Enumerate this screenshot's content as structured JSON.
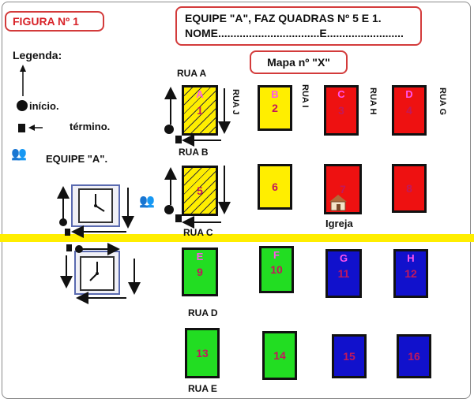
{
  "figure_tag": "FIGURA Nº 1",
  "team_box": {
    "line1": "EQUIPE \"A\", FAZ QUADRAS Nº 5 E 1.",
    "line2": "NOME.................................E........................."
  },
  "map_label": "Mapa nº \"X\"",
  "legend": {
    "title": "Legenda:",
    "start_label": "início.",
    "end_label": "término.",
    "team_label": "EQUIPE \"A\"."
  },
  "streets": {
    "rua_a": "RUA  A",
    "rua_b": "RUA  B",
    "rua_c": "RUA  C",
    "rua_d": "RUA  D",
    "rua_e": "RUA  E",
    "rua_j": "RUA J",
    "rua_i": "RUA I",
    "rua_h": "RUA H",
    "rua_g": "RUA G"
  },
  "church_label": "Igreja",
  "colors": {
    "yellow": "#ffee00",
    "red": "#ee1111",
    "green": "#22dd22",
    "blue": "#1111cc",
    "border_red": "#d33b3b"
  },
  "blocks": [
    {
      "number": "1",
      "letter": "A",
      "color": "yellow",
      "hatched": true
    },
    {
      "number": "2",
      "letter": "B",
      "color": "yellow",
      "hatched": false
    },
    {
      "number": "3",
      "letter": "C",
      "color": "red",
      "hatched": false
    },
    {
      "number": "4",
      "letter": "D",
      "color": "red",
      "hatched": false
    },
    {
      "number": "5",
      "letter": "",
      "color": "yellow",
      "hatched": true
    },
    {
      "number": "6",
      "letter": "",
      "color": "yellow",
      "hatched": false
    },
    {
      "number": "7",
      "letter": "",
      "color": "red",
      "hatched": false
    },
    {
      "number": "8",
      "letter": "",
      "color": "red",
      "hatched": false
    },
    {
      "number": "9",
      "letter": "E",
      "color": "green",
      "hatched": false
    },
    {
      "number": "10",
      "letter": "F",
      "color": "green",
      "hatched": false
    },
    {
      "number": "11",
      "letter": "G",
      "color": "blue",
      "hatched": false
    },
    {
      "number": "12",
      "letter": "H",
      "color": "blue",
      "hatched": false
    },
    {
      "number": "13",
      "letter": "",
      "color": "green",
      "hatched": false
    },
    {
      "number": "14",
      "letter": "",
      "color": "green",
      "hatched": false
    },
    {
      "number": "15",
      "letter": "",
      "color": "blue",
      "hatched": false
    },
    {
      "number": "16",
      "letter": "",
      "color": "blue",
      "hatched": false
    }
  ]
}
